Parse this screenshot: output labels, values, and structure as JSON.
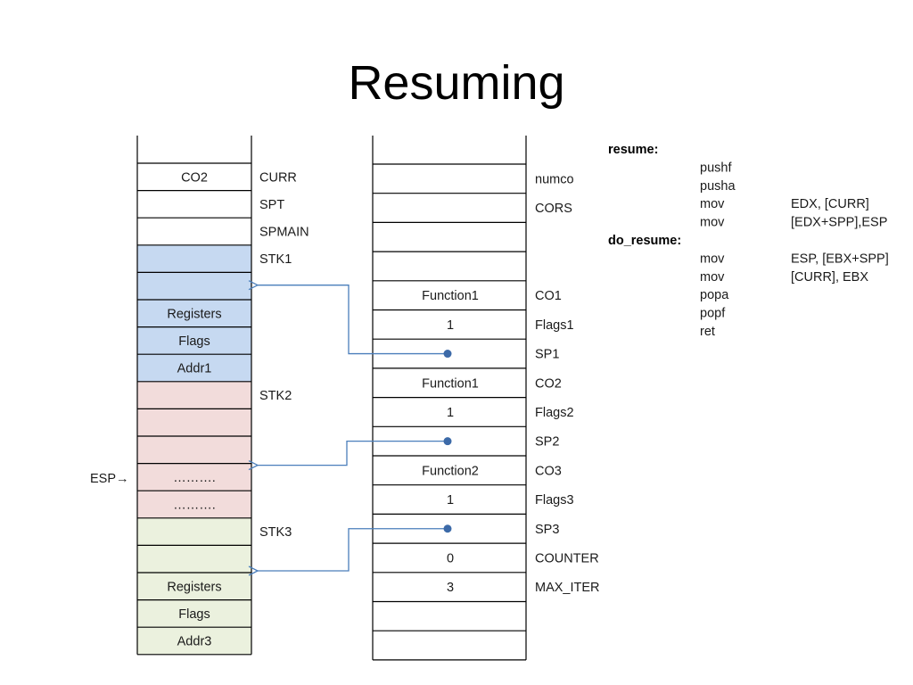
{
  "title": "Resuming",
  "left_stack": {
    "cells": [
      {
        "text": "",
        "label": ""
      },
      {
        "text": "CO2",
        "label": "CURR"
      },
      {
        "text": "",
        "label": "SPT"
      },
      {
        "text": "",
        "label": "SPMAIN"
      },
      {
        "text": "",
        "label": "STK1"
      },
      {
        "text": "",
        "label": ""
      },
      {
        "text": "Registers",
        "label": ""
      },
      {
        "text": "Flags",
        "label": ""
      },
      {
        "text": "Addr1",
        "label": ""
      },
      {
        "text": "",
        "label": "STK2"
      },
      {
        "text": "",
        "label": ""
      },
      {
        "text": "",
        "label": ""
      },
      {
        "text": "……….",
        "label": ""
      },
      {
        "text": "……….",
        "label": ""
      },
      {
        "text": "",
        "label": "STK3"
      },
      {
        "text": "",
        "label": ""
      },
      {
        "text": "Registers",
        "label": ""
      },
      {
        "text": "Flags",
        "label": ""
      },
      {
        "text": "Addr3",
        "label": ""
      }
    ],
    "colors": {
      "white": "#ffffff",
      "blue": "#c6d9f1",
      "pink": "#f2dcdb",
      "green": "#ebf1de"
    }
  },
  "esp_label": "ESP→",
  "right_stack": {
    "cells": [
      {
        "text": "",
        "label": ""
      },
      {
        "text": "",
        "label": "numco"
      },
      {
        "text": "",
        "label": "CORS"
      },
      {
        "text": "",
        "label": ""
      },
      {
        "text": "",
        "label": ""
      },
      {
        "text": "Function1",
        "label": "CO1"
      },
      {
        "text": "1",
        "label": "Flags1"
      },
      {
        "text": "",
        "label": "SP1"
      },
      {
        "text": "Function1",
        "label": "CO2"
      },
      {
        "text": "1",
        "label": "Flags2"
      },
      {
        "text": "",
        "label": "SP2"
      },
      {
        "text": "Function2",
        "label": "CO3"
      },
      {
        "text": "1",
        "label": "Flags3"
      },
      {
        "text": "",
        "label": "SP3"
      },
      {
        "text": "0",
        "label": "COUNTER"
      },
      {
        "text": "3",
        "label": "MAX_ITER"
      },
      {
        "text": "",
        "label": ""
      },
      {
        "text": "",
        "label": ""
      }
    ]
  },
  "arrow_color": "#4a7ebb",
  "code": {
    "resume_label": "resume:",
    "resume_lines": [
      {
        "op": "pushf",
        "args": ""
      },
      {
        "op": "pusha",
        "args": ""
      },
      {
        "op": "mov",
        "args": "EDX, [CURR]"
      },
      {
        "op": "mov",
        "args": "[EDX+SPP],ESP"
      }
    ],
    "do_resume_label": "do_resume:",
    "do_resume_lines": [
      {
        "op": "mov",
        "args": "ESP, [EBX+SPP]"
      },
      {
        "op": "mov",
        "args": "[CURR], EBX"
      },
      {
        "op": "popa",
        "args": ""
      },
      {
        "op": "popf",
        "args": ""
      },
      {
        "op": "ret",
        "args": ""
      }
    ]
  }
}
